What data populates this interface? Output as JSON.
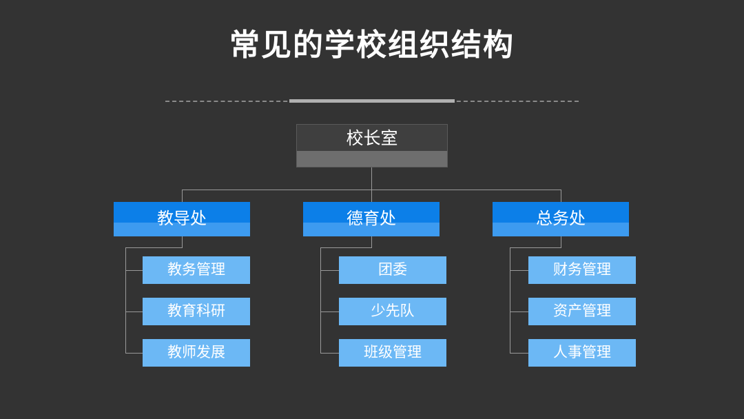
{
  "slide": {
    "title": "常见的学校组织结构",
    "background_color": "#333333",
    "title_color": "#ffffff",
    "divider": {
      "dash_color": "#8a8a8a",
      "solid_color": "#b0b0b0"
    }
  },
  "colors": {
    "root_top": "#3f3f3f",
    "root_bottom": "#6e6e6e",
    "level2_top": "#0c7fe8",
    "level2_bottom": "#3d9bf0",
    "leaf": "#6cb8f5",
    "connector": "#9a9a9a"
  },
  "chart_data": {
    "type": "diagram",
    "diagram_type": "organizational-chart",
    "title": "常见的学校组织结构",
    "orientation": "top-down",
    "levels": 3,
    "root": {
      "label": "校长室",
      "level": 1,
      "style": "gray"
    },
    "branches": [
      {
        "label": "教导处",
        "level": 2,
        "style": "blue",
        "children": [
          {
            "label": "教务管理",
            "level": 3,
            "style": "light-blue"
          },
          {
            "label": "教育科研",
            "level": 3,
            "style": "light-blue"
          },
          {
            "label": "教师发展",
            "level": 3,
            "style": "light-blue"
          }
        ]
      },
      {
        "label": "德育处",
        "level": 2,
        "style": "blue",
        "children": [
          {
            "label": "团委",
            "level": 3,
            "style": "light-blue"
          },
          {
            "label": "少先队",
            "level": 3,
            "style": "light-blue"
          },
          {
            "label": "班级管理",
            "level": 3,
            "style": "light-blue"
          }
        ]
      },
      {
        "label": "总务处",
        "level": 2,
        "style": "blue",
        "children": [
          {
            "label": "财务管理",
            "level": 3,
            "style": "light-blue"
          },
          {
            "label": "资产管理",
            "level": 3,
            "style": "light-blue"
          },
          {
            "label": "人事管理",
            "level": 3,
            "style": "light-blue"
          }
        ]
      }
    ],
    "node_count": 13
  }
}
